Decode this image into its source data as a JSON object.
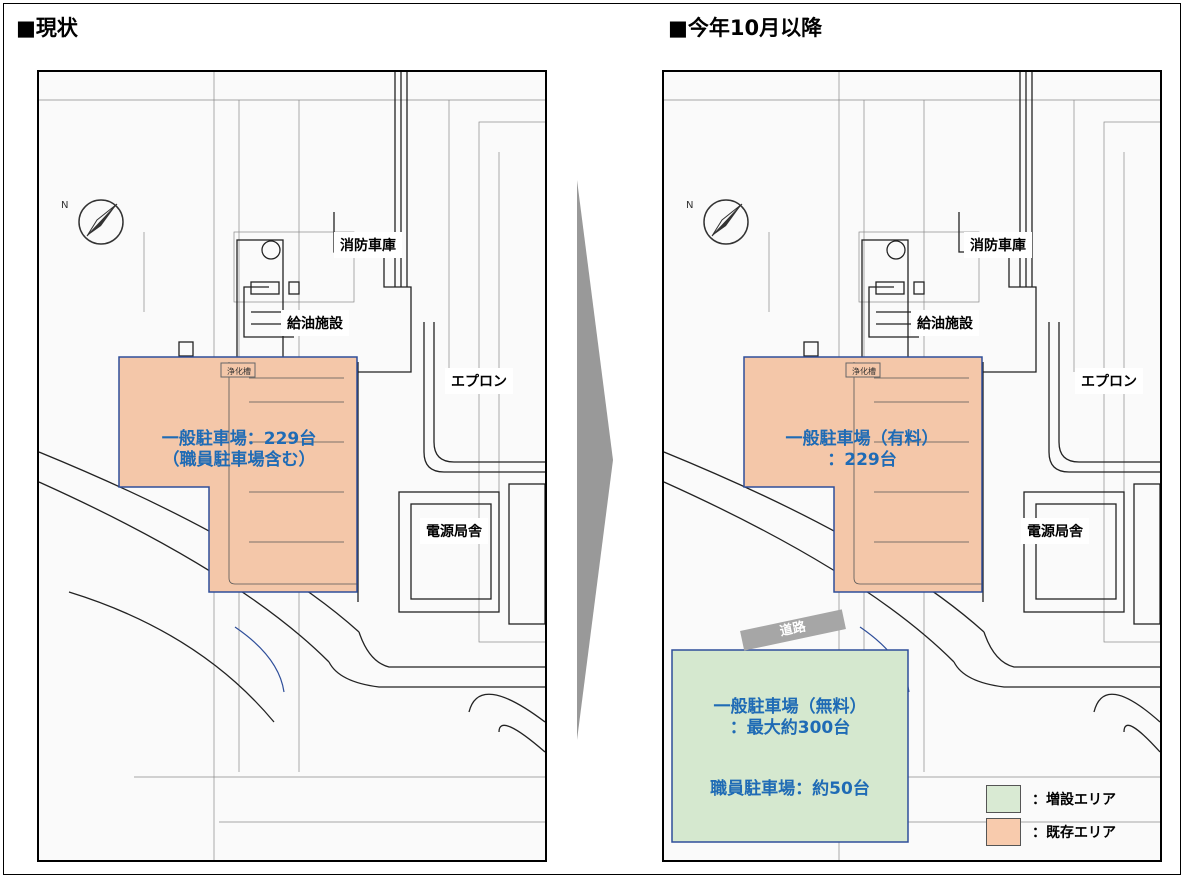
{
  "left": {
    "heading": "■現状",
    "labels": {
      "fire_station": "消防車庫",
      "fuel_facility": "給油施設",
      "apron": "エプロン",
      "power_building": "電源局舎",
      "septic": "浄化槽"
    },
    "parking_line1": "一般駐車場：229台",
    "parking_line2": "（職員駐車場含む）"
  },
  "right": {
    "heading": "■今年10月以降",
    "labels": {
      "fire_station": "消防車庫",
      "fuel_facility": "給油施設",
      "apron": "エプロン",
      "power_building": "電源局舎",
      "septic": "浄化槽",
      "road": "道路"
    },
    "paid_line1": "一般駐車場（有料）",
    "paid_line2": "：229台",
    "free_line1": "一般駐車場（無料）",
    "free_line2": "：最大約300台",
    "staff_line": "職員駐車場：約50台",
    "legend": [
      {
        "label": "：増設エリア",
        "color": "#d9ead3"
      },
      {
        "label": "：既存エリア",
        "color": "#f8cbad"
      }
    ]
  },
  "colors": {
    "existing_area": "#f4c7a9",
    "new_area": "#d5e8cf",
    "area_border": "#2e4e9a",
    "area_text": "#1f6bb5",
    "arrow": "#999999"
  }
}
